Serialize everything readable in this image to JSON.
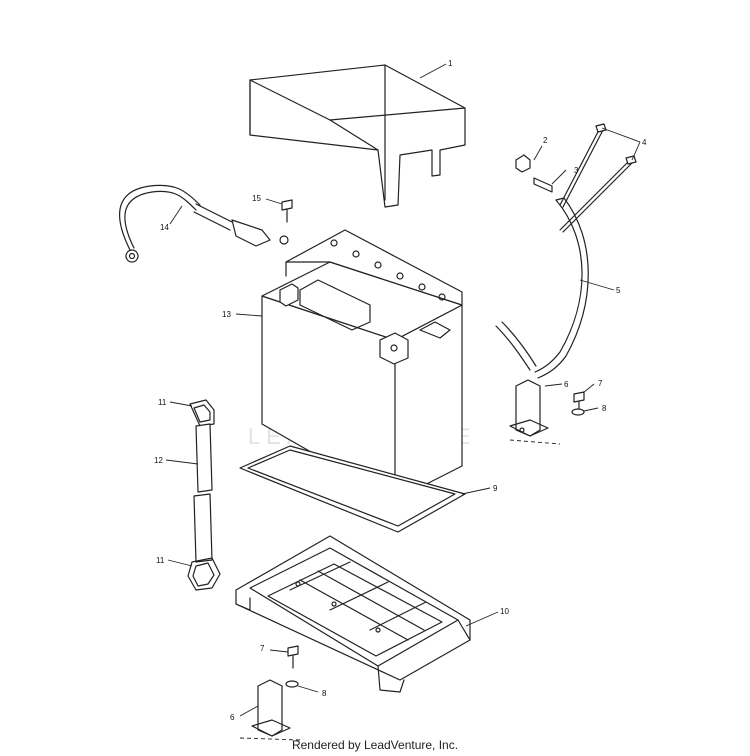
{
  "callouts": [
    {
      "id": "c1",
      "label": "1"
    },
    {
      "id": "c2",
      "label": "2"
    },
    {
      "id": "c3",
      "label": "3"
    },
    {
      "id": "c4",
      "label": "4"
    },
    {
      "id": "c5",
      "label": "5"
    },
    {
      "id": "c6a",
      "label": "6"
    },
    {
      "id": "c7a",
      "label": "7"
    },
    {
      "id": "c8a",
      "label": "8"
    },
    {
      "id": "c9",
      "label": "9"
    },
    {
      "id": "c10",
      "label": "10"
    },
    {
      "id": "c11a",
      "label": "11"
    },
    {
      "id": "c12",
      "label": "12"
    },
    {
      "id": "c11b",
      "label": "11"
    },
    {
      "id": "c13",
      "label": "13"
    },
    {
      "id": "c14",
      "label": "14"
    },
    {
      "id": "c15",
      "label": "15"
    },
    {
      "id": "c7b",
      "label": "7"
    },
    {
      "id": "c8b",
      "label": "8"
    },
    {
      "id": "c6b",
      "label": "6"
    }
  ],
  "watermark": "LEADVENTURE",
  "footer": "Rendered by LeadVenture, Inc."
}
